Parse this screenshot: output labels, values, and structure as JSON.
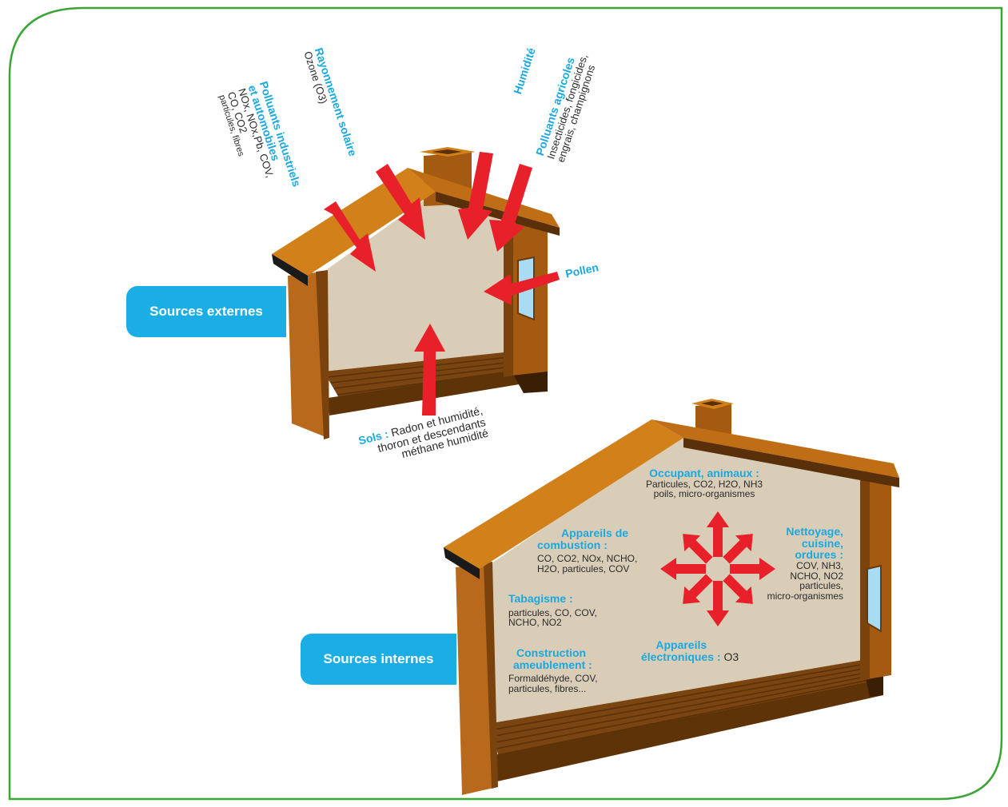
{
  "external": {
    "button": "Sources externes",
    "pollutants_industrial": {
      "title1": "Polluants industriels",
      "title2": "et automobiles",
      "line1": "NOx, NOx,Pb, COV,",
      "line2": "CO, CO2",
      "line3": "particules, fibres"
    },
    "solar": {
      "title": "Rayonnement solaire",
      "text": "Ozone (O3)"
    },
    "humidity": {
      "title": "Humidité"
    },
    "agricultural": {
      "title": "Polluants agricoles",
      "line1": "Insecticides, fongicides,",
      "line2": "engrais, champignons"
    },
    "pollen": {
      "title": "Pollen"
    },
    "soils": {
      "title": "Sols :",
      "line1": "Radon et humidité,",
      "line2": "thoron et descendants",
      "line3": "méthane humidité"
    }
  },
  "internal": {
    "button": "Sources internes",
    "occupant": {
      "title": "Occupant, animaux :",
      "line1": "Particules, CO2, H2O, NH3",
      "line2": "poils, micro-organismes"
    },
    "combustion": {
      "title1": "Appareils de",
      "title2": "combustion :",
      "line1": "CO, CO2, NOx, NCHO,",
      "line2": "H2O, particules, COV"
    },
    "cleaning": {
      "title1": "Nettoyage,",
      "title2": "cuisine,",
      "title3": "ordures :",
      "line1": "COV, NH3,",
      "line2": "NCHO, NO2",
      "line3": "particules,",
      "line4": "micro-organismes"
    },
    "tobacco": {
      "title": "Tabagisme :",
      "line1": "particules, CO, COV,",
      "line2": "NCHO, NO2"
    },
    "construction": {
      "title1": "Construction",
      "title2": "ameublement :",
      "line1": "Formaldéhyde, COV,",
      "line2": "particules, fibres..."
    },
    "electronic": {
      "title1": "Appareils",
      "title2": "électroniques :",
      "value": "O3"
    }
  },
  "colors": {
    "frame": "#3aa535",
    "roof": "#d1801a",
    "wall": "#a55a12",
    "interior": "#d9cdb8",
    "arrow": "#e8202a",
    "accent": "#1aa8df",
    "window": "#a9dcf2"
  }
}
